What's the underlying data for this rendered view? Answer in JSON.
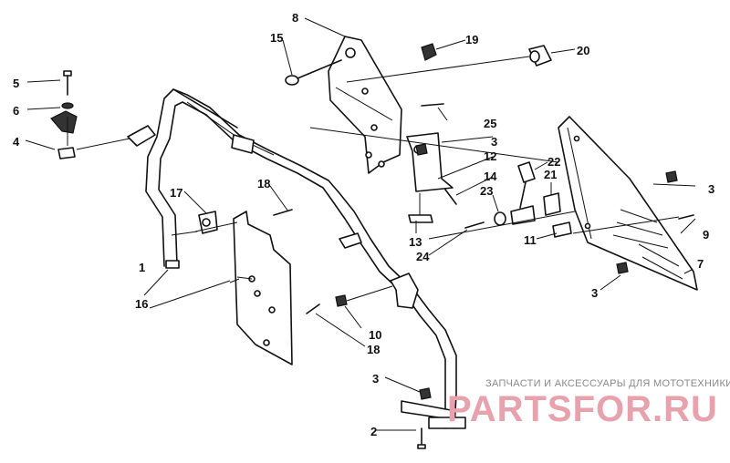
{
  "callouts": [
    {
      "label": "1"
    },
    {
      "label": "2"
    },
    {
      "label": "3"
    },
    {
      "label": "3"
    },
    {
      "label": "3"
    },
    {
      "label": "3"
    },
    {
      "label": "4"
    },
    {
      "label": "5"
    },
    {
      "label": "6"
    },
    {
      "label": "7"
    },
    {
      "label": "8"
    },
    {
      "label": "9"
    },
    {
      "label": "10"
    },
    {
      "label": "11"
    },
    {
      "label": "12"
    },
    {
      "label": "13"
    },
    {
      "label": "14"
    },
    {
      "label": "15"
    },
    {
      "label": "16"
    },
    {
      "label": "17"
    },
    {
      "label": "18"
    },
    {
      "label": "18"
    },
    {
      "label": "19"
    },
    {
      "label": "20"
    },
    {
      "label": "21"
    },
    {
      "label": "22"
    },
    {
      "label": "23"
    },
    {
      "label": "24"
    },
    {
      "label": "25"
    }
  ],
  "watermark": {
    "tagline": "ЗАПЧАСТИ И АКСЕССУАРЫ ДЛЯ МОТОТЕХНИКИ",
    "brand": "PARTSFOR.RU"
  }
}
